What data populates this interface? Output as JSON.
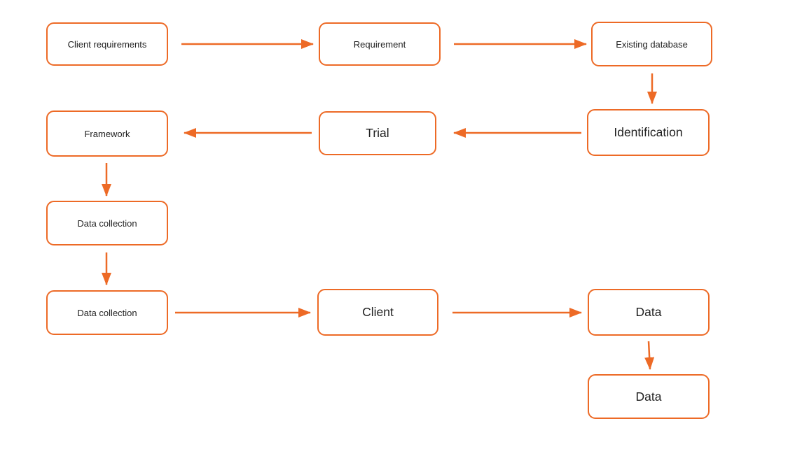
{
  "diagram": {
    "title": "flowchart",
    "accent_color": "#ED6A26",
    "background_color": "#FFFFFF",
    "text_color": "#1F1F1F",
    "nodes": [
      {
        "id": "client-requirements",
        "label": "Client requirements",
        "text_size": "small"
      },
      {
        "id": "requirement",
        "label": "Requirement",
        "text_size": "small"
      },
      {
        "id": "existing-database",
        "label": "Existing database",
        "text_size": "small"
      },
      {
        "id": "framework",
        "label": "Framework",
        "text_size": "small"
      },
      {
        "id": "trial",
        "label": "Trial",
        "text_size": "large"
      },
      {
        "id": "identification",
        "label": "Identification",
        "text_size": "large"
      },
      {
        "id": "data-collection-1",
        "label": "Data collection",
        "text_size": "small"
      },
      {
        "id": "data-collection-2",
        "label": "Data collection",
        "text_size": "small"
      },
      {
        "id": "client",
        "label": "Client",
        "text_size": "large"
      },
      {
        "id": "data-1",
        "label": "Data",
        "text_size": "large"
      },
      {
        "id": "data-2",
        "label": "Data",
        "text_size": "large"
      }
    ],
    "connections": [
      {
        "from": "client-requirements",
        "to": "requirement",
        "direction": "right"
      },
      {
        "from": "requirement",
        "to": "existing-database",
        "direction": "right"
      },
      {
        "from": "existing-database",
        "to": "identification",
        "direction": "down"
      },
      {
        "from": "identification",
        "to": "trial",
        "direction": "left"
      },
      {
        "from": "trial",
        "to": "framework",
        "direction": "left"
      },
      {
        "from": "framework",
        "to": "data-collection-1",
        "direction": "down"
      },
      {
        "from": "data-collection-1",
        "to": "data-collection-2",
        "direction": "down"
      },
      {
        "from": "data-collection-2",
        "to": "client",
        "direction": "right"
      },
      {
        "from": "client",
        "to": "data-1",
        "direction": "right"
      },
      {
        "from": "data-1",
        "to": "data-2",
        "direction": "down"
      }
    ]
  }
}
